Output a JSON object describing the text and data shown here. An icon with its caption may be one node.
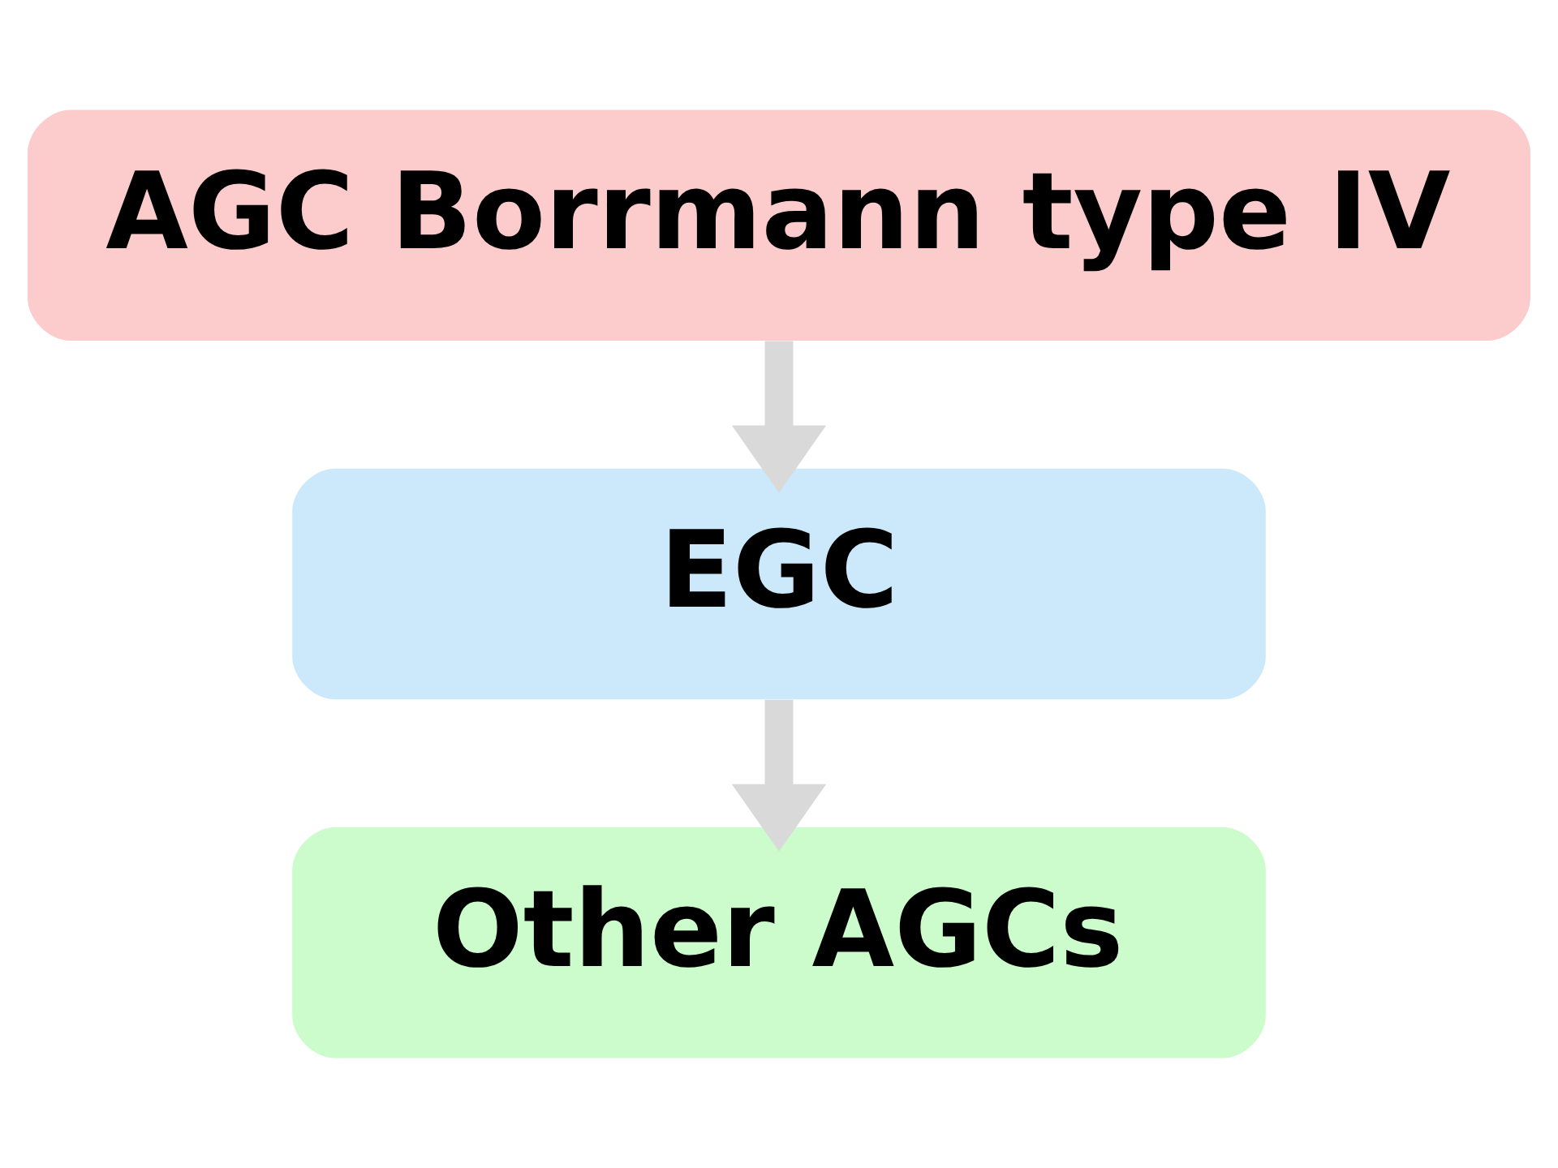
{
  "diagram": {
    "nodes": [
      {
        "text": [
          "AGC Borrmann type IV"
        ]
      },
      {
        "text": [
          "EGC"
        ]
      },
      {
        "text": [
          "Other AGCs"
        ]
      }
    ],
    "edges": [
      {
        "from": 0,
        "to": 1,
        "arrow": "to"
      },
      {
        "from": 1,
        "to": 2,
        "arrow": "to"
      }
    ]
  }
}
